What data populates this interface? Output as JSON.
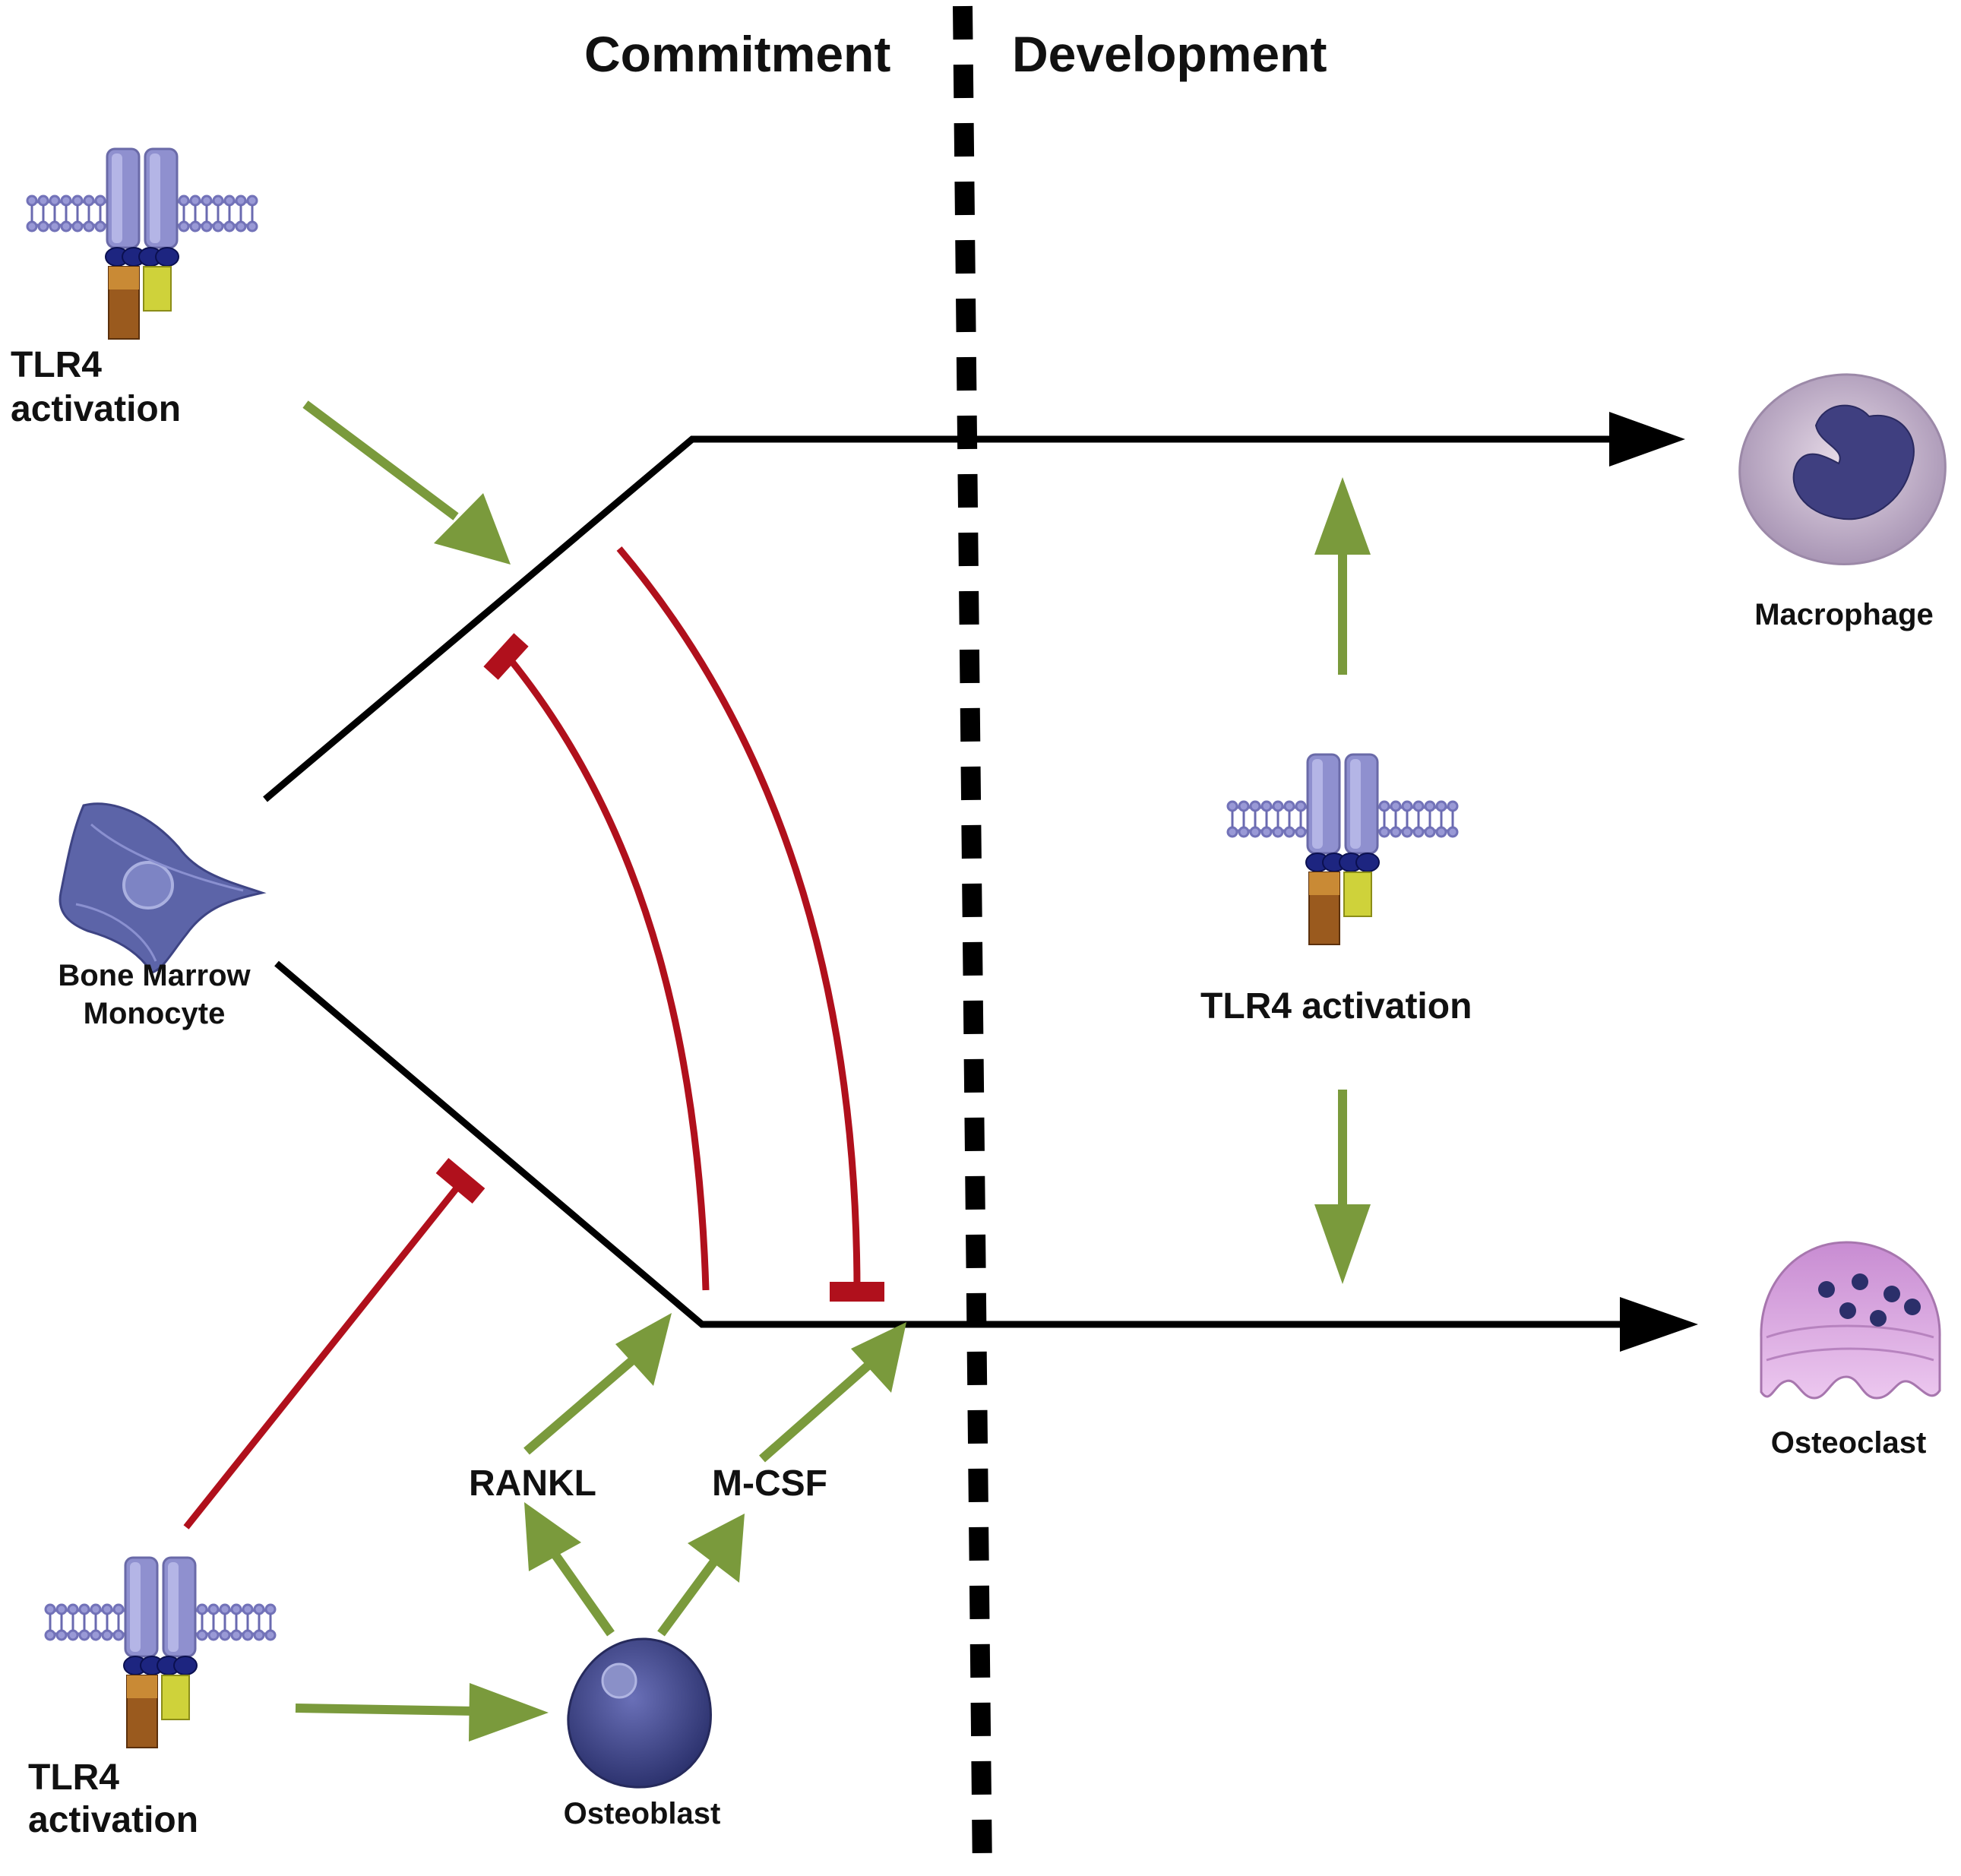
{
  "phases": {
    "left": "Commitment",
    "right": "Development"
  },
  "labels": {
    "tlr4_top_line1": "TLR4",
    "tlr4_top_line2": "activation",
    "tlr4_mid": "TLR4 activation",
    "tlr4_bottom_line1": "TLR4",
    "tlr4_bottom_line2": "activation",
    "monocyte_line1": "Bone Marrow",
    "monocyte_line2": "Monocyte",
    "macrophage": "Macrophage",
    "osteoclast": "Osteoclast",
    "osteoblast": "Osteoblast",
    "rankl": "RANKL",
    "mcsf": "M-CSF"
  },
  "colors": {
    "activation_arrow": "#7a9a3c",
    "inhibition": "#b0101c",
    "pathway": "#000000",
    "receptor_body": "#8f90cf",
    "receptor_bead": "#1d2580",
    "adaptor_brown": "#9a5a1e",
    "adaptor_yellow": "#cfd23a",
    "monocyte": "#5c64a8",
    "macrophage": "#c9b5d2",
    "osteoclast": "#d6a9dc",
    "osteoblast": "#4a5298"
  }
}
